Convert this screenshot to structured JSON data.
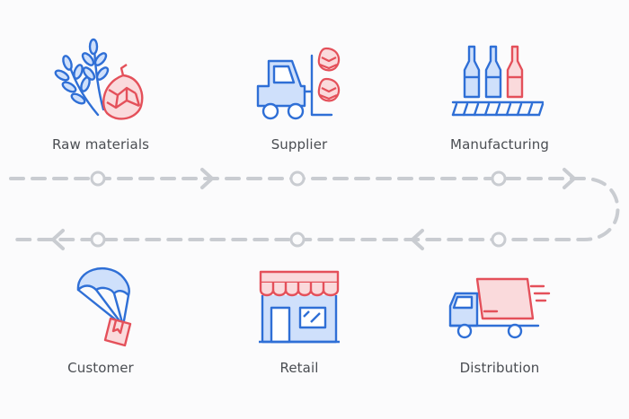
{
  "colors": {
    "blue": "#2f6fd6",
    "red": "#e4505a",
    "lightblue": "#cfe0fb",
    "pink": "#fadadc",
    "track": "#c9ccd1"
  },
  "steps": {
    "raw": {
      "label": "Raw materials",
      "icon": "wheat-and-hops-icon"
    },
    "supplier": {
      "label": "Supplier",
      "icon": "forklift-icon"
    },
    "manufacturing": {
      "label": "Manufacturing",
      "icon": "bottles-on-conveyor-icon"
    },
    "distribution": {
      "label": "Distribution",
      "icon": "delivery-truck-icon"
    },
    "retail": {
      "label": "Retail",
      "icon": "storefront-icon"
    },
    "customer": {
      "label": "Customer",
      "icon": "parachute-package-icon"
    }
  }
}
